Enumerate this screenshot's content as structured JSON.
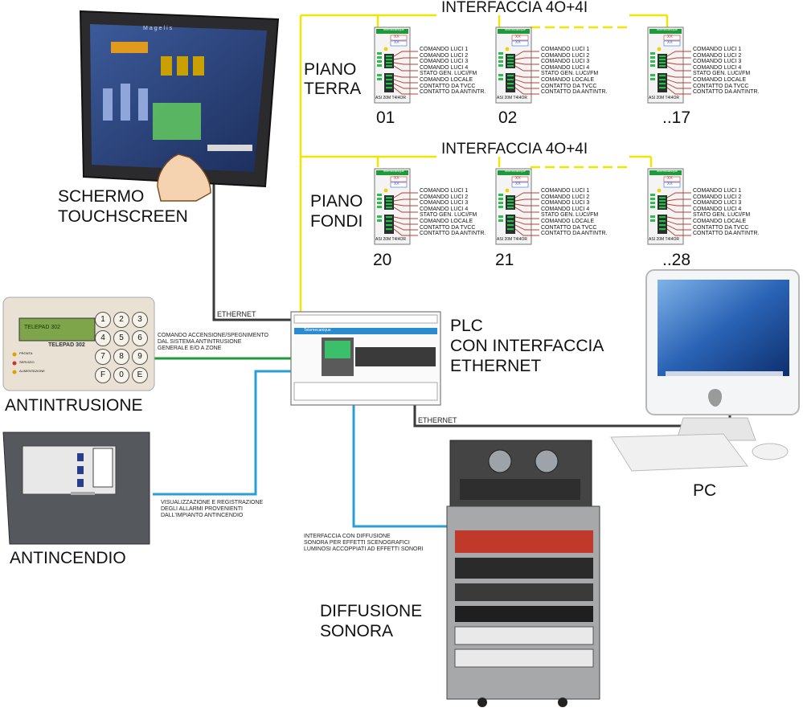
{
  "interface_label": "INTERFACCIA 4O+4I",
  "floors": [
    {
      "name_line1": "PIANO",
      "name_line2": "TERRA",
      "modules": [
        "01",
        "02",
        "..17"
      ]
    },
    {
      "name_line1": "PIANO",
      "name_line2": "FONDI",
      "modules": [
        "20",
        "21",
        "..28"
      ]
    }
  ],
  "module_signals": [
    "COMANDO LUCI 1",
    "COMANDO LUCI 2",
    "COMANDO LUCI 3",
    "COMANDO LUCI 4",
    "STATO GEN. LUCI/FM",
    "COMANDO LOCALE",
    "CONTATTO DA TVCC",
    "CONTATTO DA ANTINTR."
  ],
  "module_header": "Telemecanique",
  "module_code": "ASI 20M T4I4OR",
  "module_xx": "XX",
  "touchscreen": {
    "label_line1": "SCHERMO",
    "label_line2": "TOUCHSCREEN",
    "brand": "Magelis"
  },
  "ethernet_label": "ETHERNET",
  "plc": {
    "label_line1": "PLC",
    "label_line2": "CON INTERFACCIA",
    "label_line3": "ETHERNET",
    "brand": "Telemecanique"
  },
  "antintrusione": {
    "label": "ANTINTRUSIONE",
    "keypad_name": "TELEPAD 302",
    "keys": [
      "1",
      "2",
      "3",
      "4",
      "5",
      "6",
      "7",
      "8",
      "9",
      "F",
      "0",
      "E"
    ],
    "leds": [
      "PRONTA",
      "SERVIZIO",
      "ALIMENTAZIONE"
    ],
    "note": [
      "COMANDO ACCENSIONE/SPEGNIMENTO",
      "DAL SISTEMA ANTINTRUSIONE",
      "GENERALE E/O A ZONE"
    ]
  },
  "antincendio": {
    "label": "ANTINCENDIO",
    "note": [
      "VISUALIZZAZIONE E REGISTRAZIONE",
      "DEGLI ALLARMI PROVENIENTI",
      "DALL'IMPIANTO ANTINCENDIO"
    ]
  },
  "diffusione": {
    "label_line1": "DIFFUSIONE",
    "label_line2": "SONORA",
    "note": [
      "INTERFACCIA CON DIFFUSIONE",
      "SONORA PER EFFETTI SCENOGRAFICI",
      "LUMINOSI ACCOPPIATI AD EFFETTI SONORI"
    ]
  },
  "pc": {
    "label": "PC"
  },
  "colors": {
    "bus_yellow": "#f2e600",
    "ethernet": "#3a3a3a",
    "link_green": "#1f9a3c",
    "link_blue": "#2a9fd6",
    "signal_red": "#c0392b"
  }
}
